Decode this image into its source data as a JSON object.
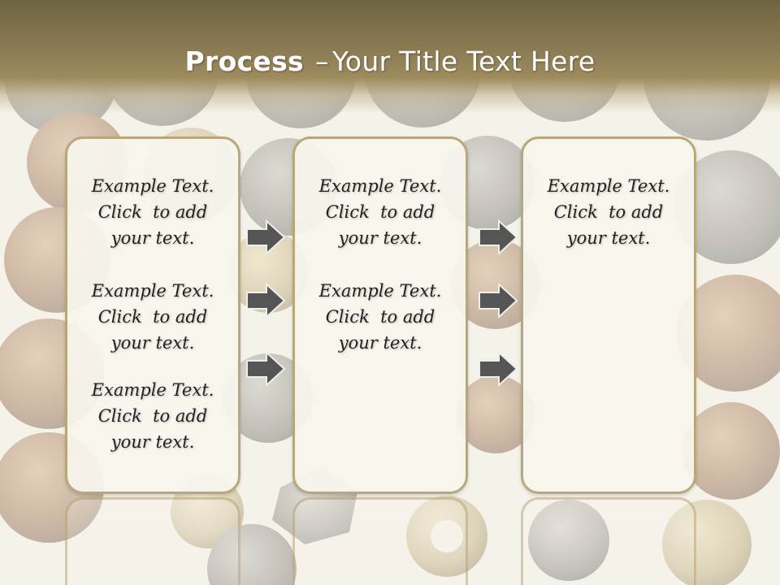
{
  "slide": {
    "title_bold": "Process",
    "title_sep": "–",
    "title_rest": "Your Title Text Here"
  },
  "panels": [
    {
      "blocks": [
        {
          "lines": [
            "Example Text.",
            "Click  to add",
            "your text."
          ]
        },
        {
          "lines": [
            "Example Text.",
            "Click  to add",
            "your text."
          ]
        },
        {
          "lines": [
            "Example Text.",
            "Click  to add",
            "your text."
          ]
        }
      ]
    },
    {
      "blocks": [
        {
          "lines": [
            "Example Text.",
            "Click  to add",
            "your text."
          ]
        },
        {
          "lines": [
            "Example Text.",
            "Click  to add",
            "your text."
          ]
        }
      ]
    },
    {
      "blocks": [
        {
          "lines": [
            "Example Text.",
            "Click  to add",
            "your text."
          ]
        }
      ]
    }
  ],
  "arrows": {
    "icon": "right-arrow-icon",
    "color": "#555555",
    "per_gap": 3
  },
  "colors": {
    "title_band": "#857650",
    "panel_border": "#b9a77c",
    "panel_fill": "#f7f4ec"
  }
}
